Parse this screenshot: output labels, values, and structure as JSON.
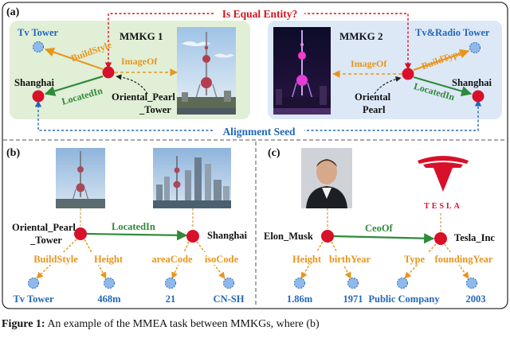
{
  "panels": {
    "a": {
      "label": "(a)",
      "question": "Is Equal Entity?",
      "seed": "Alignment Seed",
      "kg1": {
        "title": "MMKG 1",
        "tv_tower": "Tv Tower",
        "shanghai": "Shanghai",
        "build_style": "BuildStyle",
        "image_of": "ImageOf",
        "located_in": "LocatedIn",
        "entity_line1": "Oriental_Pearl",
        "entity_line2": "_Tower"
      },
      "kg2": {
        "title": "MMKG 2",
        "tv_radio_tower": "Tv&Radio Tower",
        "shanghai": "Shanghai",
        "build_type": "BuildType",
        "image_of": "ImageOf",
        "located_in": "LocatedIn",
        "entity_line1": "Oriental",
        "entity_line2": "Pearl"
      }
    },
    "b": {
      "label": "(b)",
      "entity_line1": "Oriental_Pearl",
      "entity_line2": "_Tower",
      "located_in": "LocatedIn",
      "target": "Shanghai",
      "attr1": "BuildStyle",
      "attr2": "Height",
      "attr3": "areaCode",
      "attr4": "isoCode",
      "val1": "Tv Tower",
      "val2": "468m",
      "val3": "21",
      "val4": "CN-SH"
    },
    "c": {
      "label": "(c)",
      "entity": "Elon_Musk",
      "relation": "CeoOf",
      "target": "Tesla_Inc",
      "attr1": "Height",
      "attr2": "birthYear",
      "attr3": "Type",
      "attr4": "foundingYear",
      "val1": "1.86m",
      "val2": "1971",
      "val3": "Public Company",
      "val4": "2003",
      "logo_text": "TESLA"
    }
  },
  "caption": {
    "label": "Figure 1:",
    "text": "An example of the MMEA task between MMKGs, where (b)"
  },
  "colors": {
    "node_red": "#d8102a",
    "node_blue": "#8fb9ea",
    "relation_green": "#2f8a3a",
    "attribute_orange": "#e8951c",
    "value_blue": "#2368b8",
    "question_red": "#d01622",
    "kg1_bg": "#e1efd7",
    "kg2_bg": "#dde8f6"
  }
}
